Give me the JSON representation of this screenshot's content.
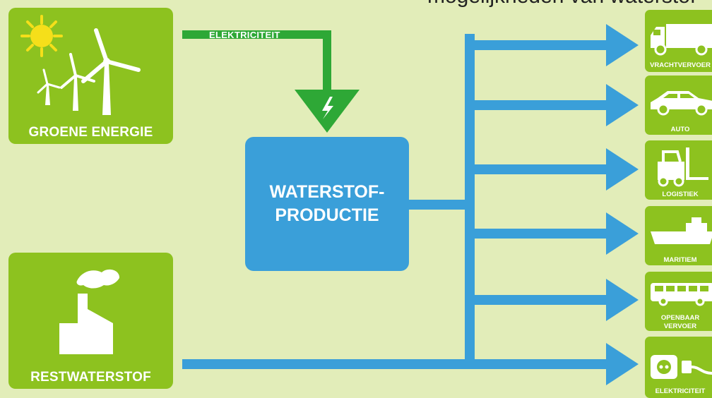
{
  "header": {
    "title": "mogelijkheden van waterstof"
  },
  "sources": {
    "green_energy": "GROENE ENERGIE",
    "rest_hydrogen": "RESTWATERSTOF"
  },
  "flow": {
    "electricity_label": "ELEKTRICITEIT"
  },
  "production": {
    "line1": "WATERSTOF-",
    "line2": "PRODUCTIE"
  },
  "uses": {
    "truck": "VRACHTVERVOER",
    "car": "AUTO",
    "logistics": "LOGISTIEK",
    "maritime": "MARITIEM",
    "bus_line1": "OPENBAAR",
    "bus_line2": "VERVOER",
    "electricity": "ELEKTRICITEIT"
  },
  "colors": {
    "background": "#e2edb9",
    "box_green": "#8dc21f",
    "arrow_green": "#2ea836",
    "arrow_blue": "#3a9fd9",
    "sun": "#f5df1a"
  },
  "icons": [
    "sun-icon",
    "wind-turbine-icon",
    "factory-icon",
    "lightning-icon",
    "truck-icon",
    "car-icon",
    "forklift-icon",
    "ship-icon",
    "bus-icon",
    "power-plug-icon"
  ]
}
